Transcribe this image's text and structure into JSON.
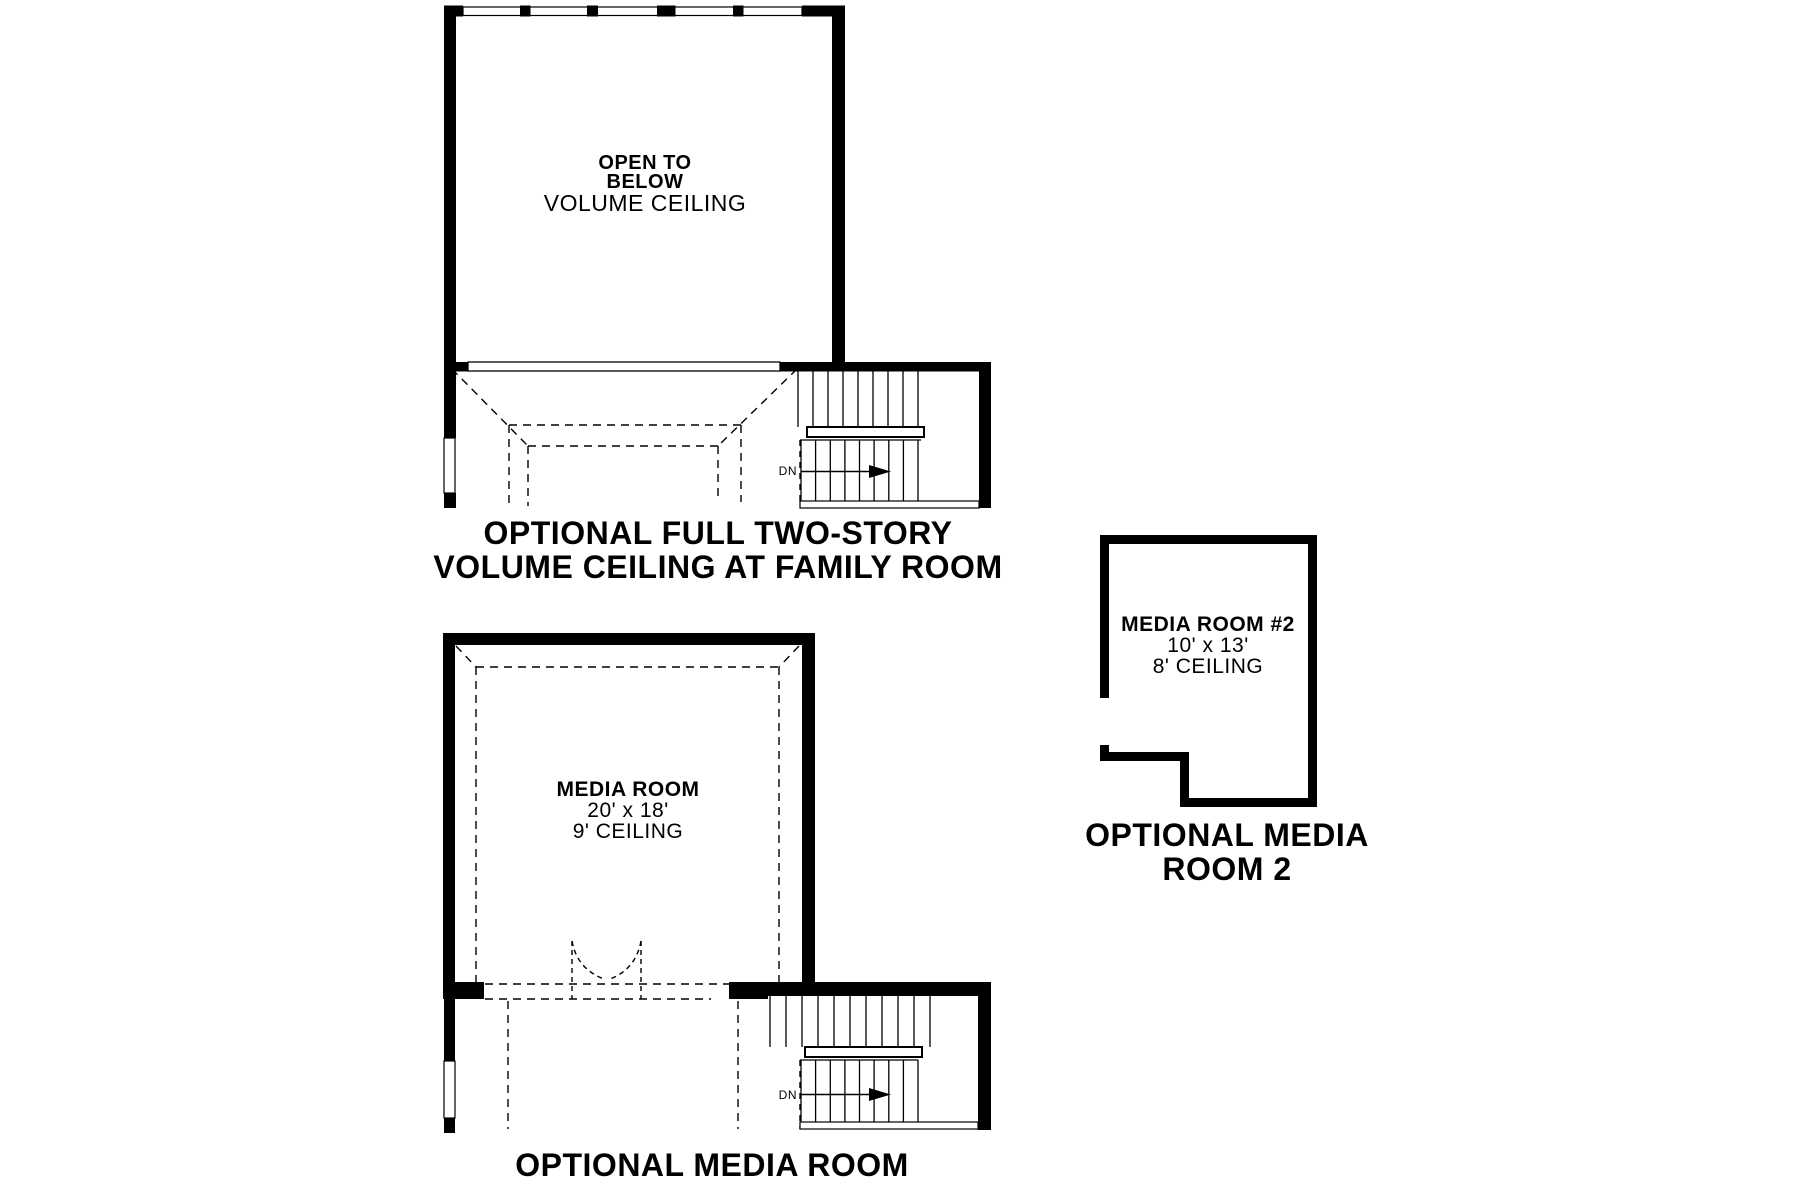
{
  "colors": {
    "ink": "#000000",
    "paper": "#ffffff"
  },
  "plans": [
    {
      "id": "optional-two-story-volume-ceiling",
      "room": {
        "name_line1": "OPEN TO",
        "name_line2": "BELOW",
        "subtitle": "VOLUME CEILING"
      },
      "stairs": {
        "down_label": "DN"
      },
      "caption_line1": "OPTIONAL FULL TWO-STORY",
      "caption_line2": "VOLUME CEILING AT FAMILY ROOM"
    },
    {
      "id": "optional-media-room",
      "room": {
        "name": "MEDIA ROOM",
        "dimensions": "20' x 18'",
        "ceiling": "9' CEILING"
      },
      "stairs": {
        "down_label": "DN"
      },
      "caption": "OPTIONAL MEDIA ROOM"
    },
    {
      "id": "optional-media-room-2",
      "room": {
        "name": "MEDIA ROOM #2",
        "dimensions": "10' x 13'",
        "ceiling": "8' CEILING"
      },
      "caption_line1": "OPTIONAL MEDIA",
      "caption_line2": "ROOM 2"
    }
  ]
}
